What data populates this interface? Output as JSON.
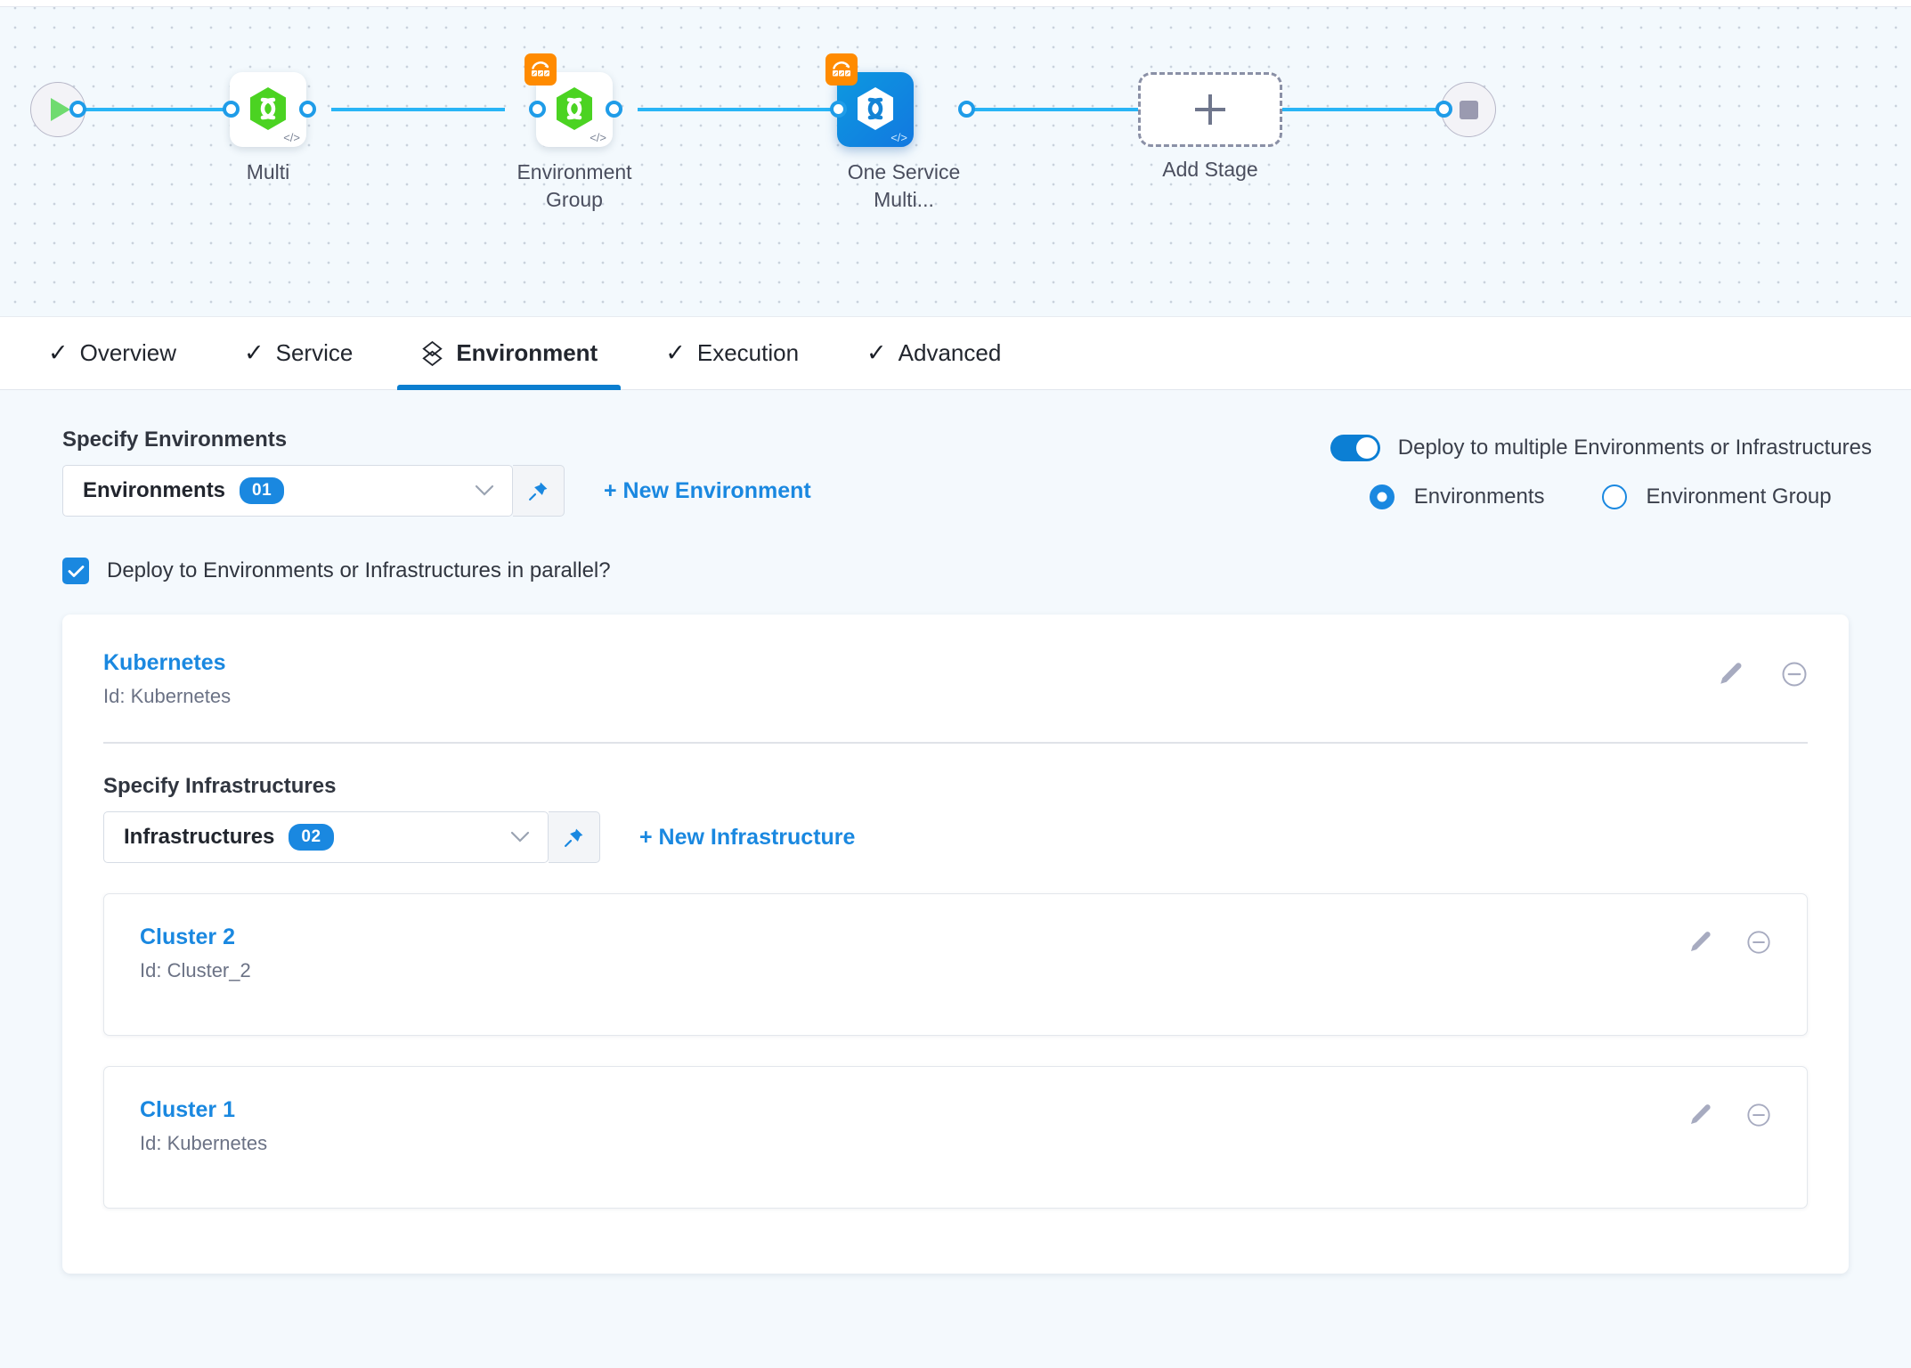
{
  "pipeline": {
    "start_icon": "play-icon",
    "end_icon": "stop-icon",
    "stages": [
      {
        "label": "Multi",
        "icon": "harness-hexagon-icon",
        "selected": false,
        "has_matrix_badge": false,
        "code_mark": "</>"
      },
      {
        "label": "Environment Group",
        "icon": "harness-hexagon-icon",
        "selected": false,
        "has_matrix_badge": true,
        "code_mark": "</>"
      },
      {
        "label": "One Service Multi...",
        "icon": "harness-hexagon-icon",
        "selected": true,
        "has_matrix_badge": true,
        "code_mark": "</>"
      }
    ],
    "add_stage_label": "Add Stage",
    "add_stage_icon": "plus-icon"
  },
  "tabs": [
    {
      "label": "Overview",
      "icon": "check-icon",
      "active": false
    },
    {
      "label": "Service",
      "icon": "check-icon",
      "active": false
    },
    {
      "label": "Environment",
      "icon": "layers-icon",
      "active": true
    },
    {
      "label": "Execution",
      "icon": "check-icon",
      "active": false
    },
    {
      "label": "Advanced",
      "icon": "check-icon",
      "active": false
    }
  ],
  "environments_section": {
    "label": "Specify Environments",
    "select": {
      "text": "Environments",
      "count": "01",
      "chevron_icon": "chevron-down-icon"
    },
    "pin_icon": "pin-icon",
    "new_link": "+ New Environment"
  },
  "deploy_options": {
    "switch_label": "Deploy to multiple Environments or Infrastructures",
    "switch_on": true,
    "radios": [
      {
        "label": "Environments",
        "selected": true
      },
      {
        "label": "Environment Group",
        "selected": false
      }
    ]
  },
  "parallel_checkbox": {
    "label": "Deploy to Environments or Infrastructures in parallel?",
    "checked": true,
    "icon": "check-icon"
  },
  "environment": {
    "name": "Kubernetes",
    "id": "Id: Kubernetes",
    "edit_icon": "pencil-icon",
    "remove_icon": "minus-circle-icon",
    "infrastructures_section": {
      "label": "Specify Infrastructures",
      "select": {
        "text": "Infrastructures",
        "count": "02",
        "chevron_icon": "chevron-down-icon"
      },
      "pin_icon": "pin-icon",
      "new_link": "+ New Infrastructure"
    },
    "infrastructures": [
      {
        "name": "Cluster 2",
        "id": "Id: Cluster_2",
        "edit_icon": "pencil-icon",
        "remove_icon": "minus-circle-icon"
      },
      {
        "name": "Cluster 1",
        "id": "Id: Kubernetes",
        "edit_icon": "pencil-icon",
        "remove_icon": "minus-circle-icon"
      }
    ]
  },
  "colors": {
    "accent_blue": "#1a88e0",
    "wire_blue": "#29b5f6",
    "badge_orange": "#ff8b00",
    "hexagon_green": "#4bd322",
    "selected_stage": "#0d99e0",
    "page_bg": "#f4f9fd"
  }
}
